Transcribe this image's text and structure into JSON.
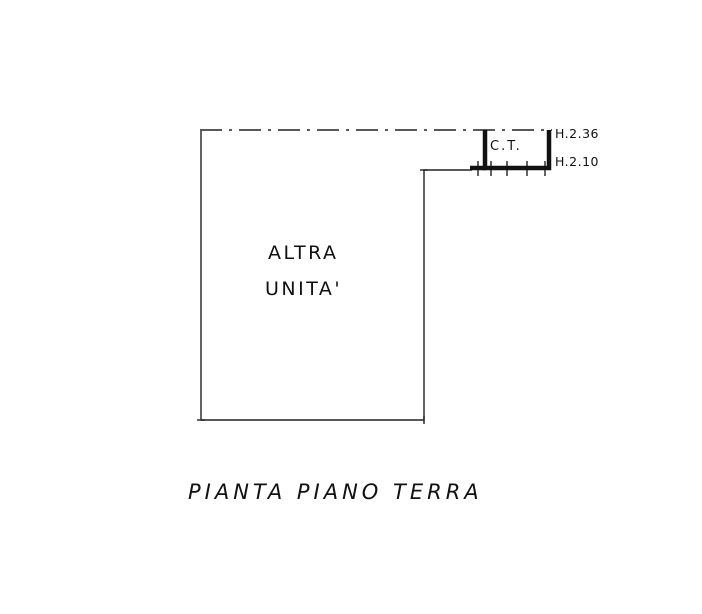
{
  "drawing": {
    "room_label_line1": "ALTRA",
    "room_label_line2": "UNITA'",
    "ct_label": "C.T.",
    "height_top": "H.2.36",
    "height_bottom": "H.2.10",
    "title": "PIANTA PIANO TERRA",
    "ink_color": "#111111",
    "paper_color": "#ffffff"
  }
}
